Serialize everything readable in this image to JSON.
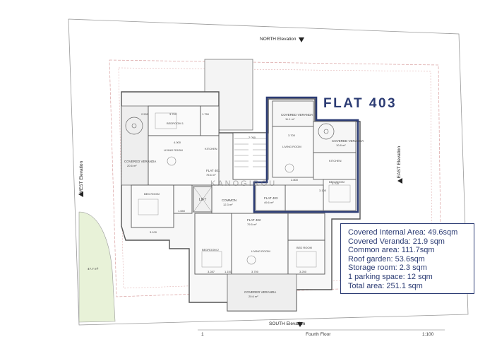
{
  "flat_title": "FLAT 403",
  "elevations": {
    "north": "NORTH Elevation",
    "south": "SOUTH Elevation",
    "west": "WEST Elevation",
    "east": "EAST Elevation"
  },
  "watermark": "KANOGIROU",
  "rooms": {
    "covered_veranda_w": "COVERED VERANDA",
    "covered_veranda_w_area": "20.6 m²",
    "bedroom1": "BEDROOM 1",
    "living_room_401": "LIVING ROOM",
    "kitchen_401": "KITCHEN",
    "flat401": "FLAT 401",
    "flat401_area": "75.6 m²",
    "bedroom_401b": "BED ROOM",
    "common": "COMMON",
    "common_area": "12.3 m²",
    "lift": "LIFT",
    "flat402": "FLAT 402",
    "flat402_area": "79.5 m²",
    "bedroom2": "BEDROOM 2",
    "living_room_402": "LIVING ROOM",
    "bedroom_402b": "BED ROOM",
    "covered_veranda_s": "COVERED VERANDA",
    "covered_veranda_s_area": "20.6 m²",
    "covered_veranda_403n": "COVERED VERANDA",
    "covered_veranda_403n_area": "11.1 m²",
    "covered_veranda_403e": "COVERED VERANDA",
    "covered_veranda_403e_area": "10.8 m²",
    "living_room_403": "LIVING ROOM",
    "kitchen_403": "KITCHEN",
    "bedroom_403": "BED ROOM",
    "flat403": "FLAT 403",
    "flat403_area": "49.6 m²",
    "garden_area": "47.7 m²"
  },
  "dimensions": {
    "d1": "3.700",
    "d2": "2.500",
    "d3": "1.750",
    "d4": "4.000",
    "d5": "2.050",
    "d6": "3.100",
    "d7": "1.650",
    "d8": "3.287",
    "d9": "3.700",
    "d10": "3.250",
    "d11": "3.700",
    "d12": "3.700",
    "d13": "3.100",
    "d14": "2.800",
    "d15": "1.150"
  },
  "info_box": [
    "Covered Internal Area: 49.6sqm",
    "Covered Veranda: 21.9 sqm",
    "Common area: 111.7sqm",
    "Roof garden: 53.6sqm",
    "Storage room: 2.3 sqm",
    "1 parking space: 12 sqm",
    "Total area: 251.1 sqm"
  ],
  "footer": {
    "left": "1",
    "center": "Fourth Floor",
    "right": "1:100"
  },
  "colors": {
    "highlight": "#2c3c74",
    "wall": "#555555",
    "boundary": "#d9a0a0",
    "garden": "#e8f2d8"
  }
}
